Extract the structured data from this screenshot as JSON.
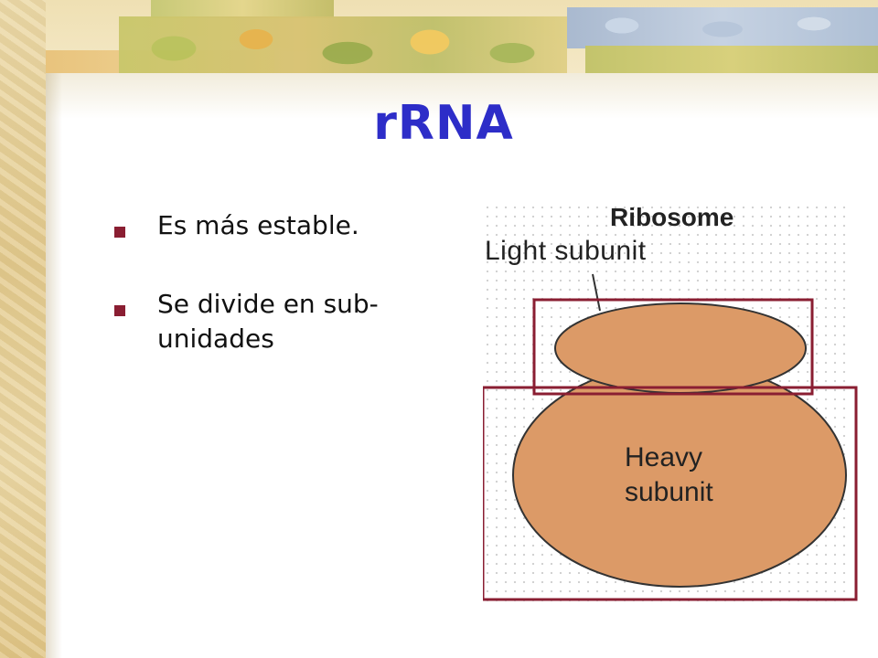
{
  "slide": {
    "title": "rRNA",
    "bullets": [
      {
        "text": "Es  más estable."
      },
      {
        "text": "Se divide en sub-unidades"
      }
    ]
  },
  "figure": {
    "title": "Ribosome",
    "light_label": "Light subunit",
    "heavy_label_line1": "Heavy",
    "heavy_label_line2": "subunit"
  },
  "colors": {
    "title": "#2d2dc8",
    "bullet_marker": "#8a1e32",
    "subunit_fill": "#dc9a67",
    "box_outline": "#8a1e32"
  }
}
